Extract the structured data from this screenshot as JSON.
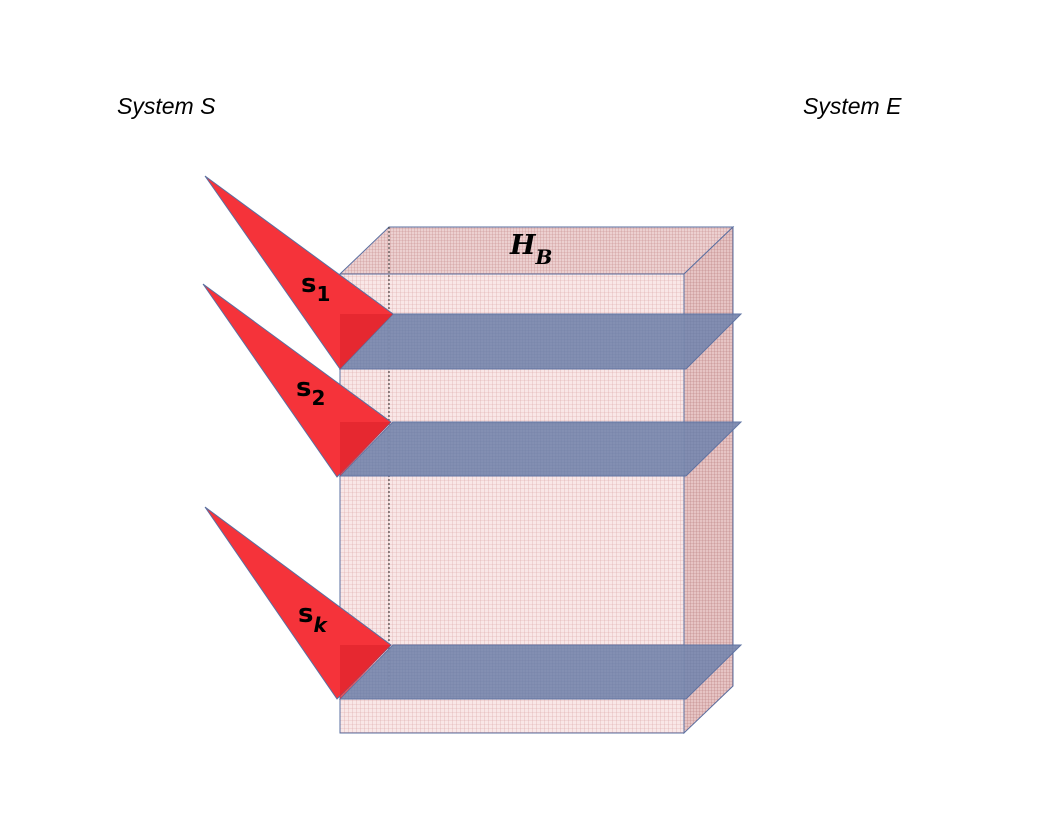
{
  "labels": {
    "system_left": "System S",
    "system_right": "System E",
    "space_main": "H",
    "space_sub": "B",
    "wedges": [
      {
        "main": "s",
        "sub": "1"
      },
      {
        "main": "s",
        "sub": "2"
      },
      {
        "main": "s",
        "sub": "k"
      }
    ]
  },
  "colors": {
    "wedge": "#f5333a",
    "wedge_dark": "#e0242c",
    "slab": "#7b8ab0",
    "box_face": "#f7e2e2",
    "box_top": "#e7c5c5",
    "box_side": "#e3bcbc",
    "outline": "#5a6fa0"
  }
}
